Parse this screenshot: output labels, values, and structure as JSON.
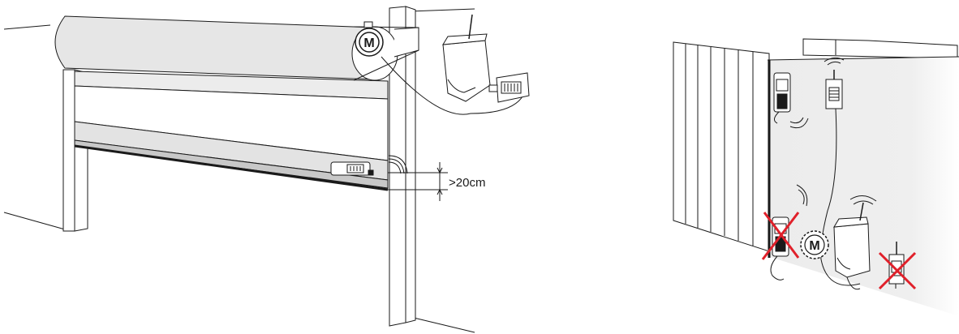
{
  "diagrams": {
    "left": {
      "motor_symbol": "M",
      "clearance_label": ">20cm"
    },
    "right": {
      "motor_symbol": "M"
    }
  },
  "colors": {
    "line": "#1a1a1a",
    "panel_fill": "#ececec",
    "roller_fill": "#e6e6e6",
    "cross": "#e0202a"
  },
  "icons": {
    "radio_wave": "radio-wave-arcs",
    "prohibited": "red-x-cross"
  }
}
